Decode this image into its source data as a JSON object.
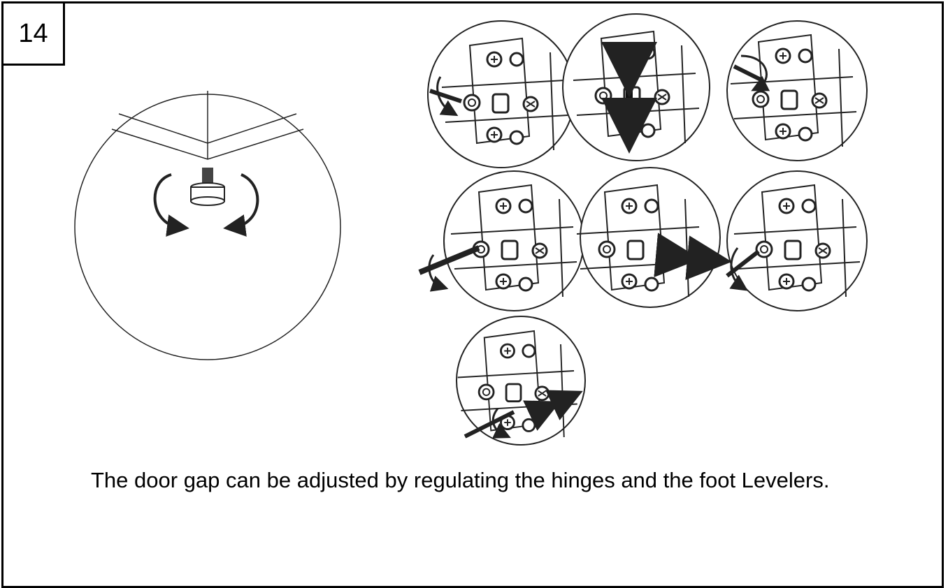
{
  "step": {
    "number": "14"
  },
  "caption": {
    "text": "The door gap can be adjusted by regulating the hinges and the foot Levelers."
  },
  "illustrations": {
    "foot_leveler": "foot-leveler-detail",
    "hinge_panels": [
      "hinge-height-loosen",
      "hinge-height-adjust",
      "hinge-height-tighten",
      "hinge-depth-loosen",
      "hinge-depth-adjust",
      "hinge-depth-tighten",
      "hinge-side-adjust"
    ]
  }
}
